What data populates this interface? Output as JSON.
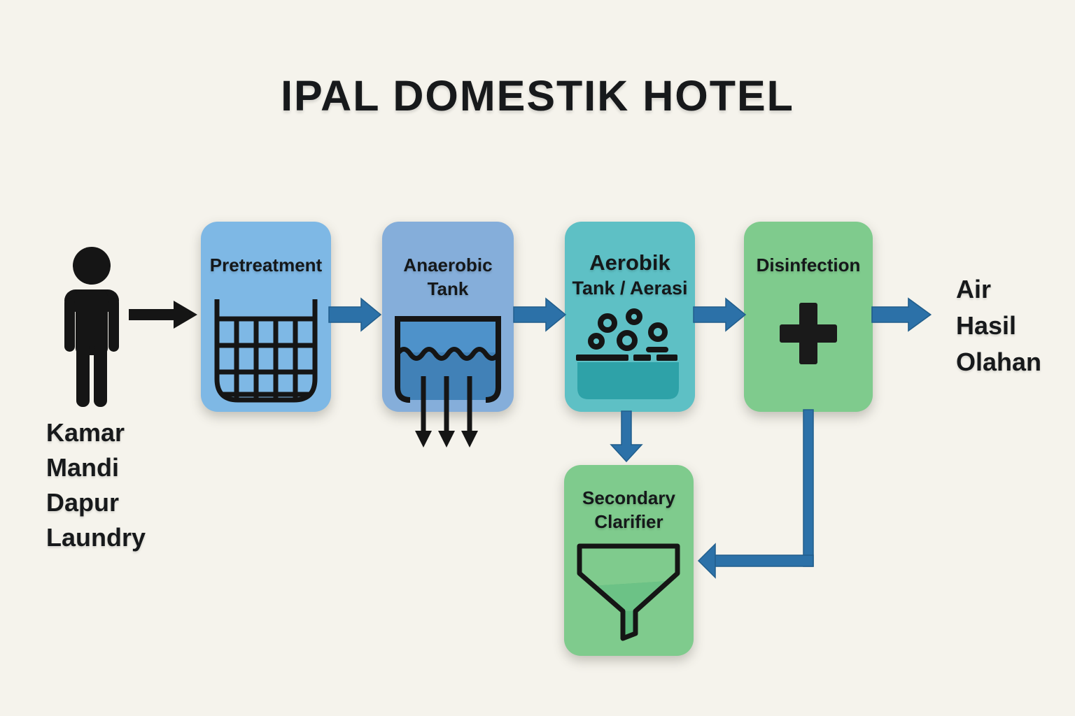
{
  "title": "IPAL DOMESTIK HOTEL",
  "colors": {
    "background": "#F5F3EC",
    "flow_arrow": "#2C71A8",
    "black_ink": "#151515",
    "pretreatment_box": "#7EB8E5",
    "anaerobic_box": "#85AEDA",
    "aerobik_box": "#5EC0C5",
    "green_box": "#7FCB8D",
    "tank_water_upper": "#4E92CA",
    "tank_water_lower": "#4181B7",
    "aeration_water": "#2EA2A8",
    "funnel_liquid": "#5CB97B"
  },
  "source": {
    "icon": "person-icon",
    "label_lines": [
      "Kamar",
      "Mandi",
      "Dapur",
      "Laundry"
    ]
  },
  "nodes": [
    {
      "id": "pretreatment",
      "lines": [
        "Pretreatment"
      ],
      "icon": "screen-grid-icon"
    },
    {
      "id": "anaerobic-tank",
      "lines": [
        "Anaerobic",
        "Tank"
      ],
      "icon": "settling-tank-icon"
    },
    {
      "id": "aerobik-tank-aerasi",
      "lines": [
        "Aerobik",
        "Tank / Aerasi"
      ],
      "icon": "aeration-bubbles-icon"
    },
    {
      "id": "disinfection",
      "lines": [
        "Disinfection"
      ],
      "icon": "plus-icon"
    },
    {
      "id": "secondary-clarifier",
      "lines": [
        "Secondary",
        "Clarifier"
      ],
      "icon": "funnel-icon"
    }
  ],
  "output": {
    "label_lines": [
      "Air",
      "Hasil",
      "Olahan"
    ]
  }
}
